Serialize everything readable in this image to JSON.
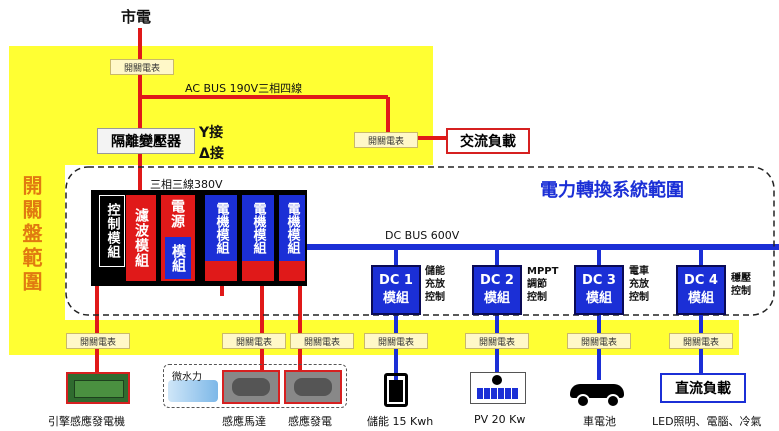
{
  "grid_label": "市電",
  "switch_meter_label": "開關電表",
  "ac_bus_label": "AC BUS 190V三相四線",
  "transformer": {
    "label": "隔離變壓器",
    "y_label": "Y接",
    "delta_label": "Δ接"
  },
  "ac_load_label": "交流負載",
  "three_phase_label": "三相三線380V",
  "switchboard_label": "開關盤範圍",
  "system_title": "電力轉換系統範圍",
  "dc_bus_label": "DC BUS 600V",
  "modules": {
    "control": "控制模組",
    "filter": "濾波模組",
    "power_top": "電源",
    "power_bottom": "模組",
    "motor1": "電機模組",
    "motor2": "電機模組",
    "motor3": "電機模組"
  },
  "dc_modules": [
    {
      "title": "DC 1",
      "sub": "模組",
      "desc": "儲能\n充放\n控制"
    },
    {
      "title": "DC 2",
      "sub": "模組",
      "desc": "MPPT\n調節\n控制"
    },
    {
      "title": "DC 3",
      "sub": "模組",
      "desc": "電車\n充放\n控制"
    },
    {
      "title": "DC 4",
      "sub": "模組",
      "desc": "穩壓\n控制"
    }
  ],
  "loads": {
    "generator": "引擎感應發電機",
    "water_power": "微水力",
    "induction_motor": "感應馬達",
    "induction_generator": "感應發電",
    "storage": "儲能 15 Kwh",
    "pv": "PV 20 Kw",
    "ev": "車電池",
    "dc_load": "直流負載",
    "dc_load_desc": "LED照明、電腦、冷氣"
  },
  "colors": {
    "yellow": "#ffff33",
    "blue": "#1b2fd6",
    "red": "#e01919",
    "black": "#000000"
  }
}
